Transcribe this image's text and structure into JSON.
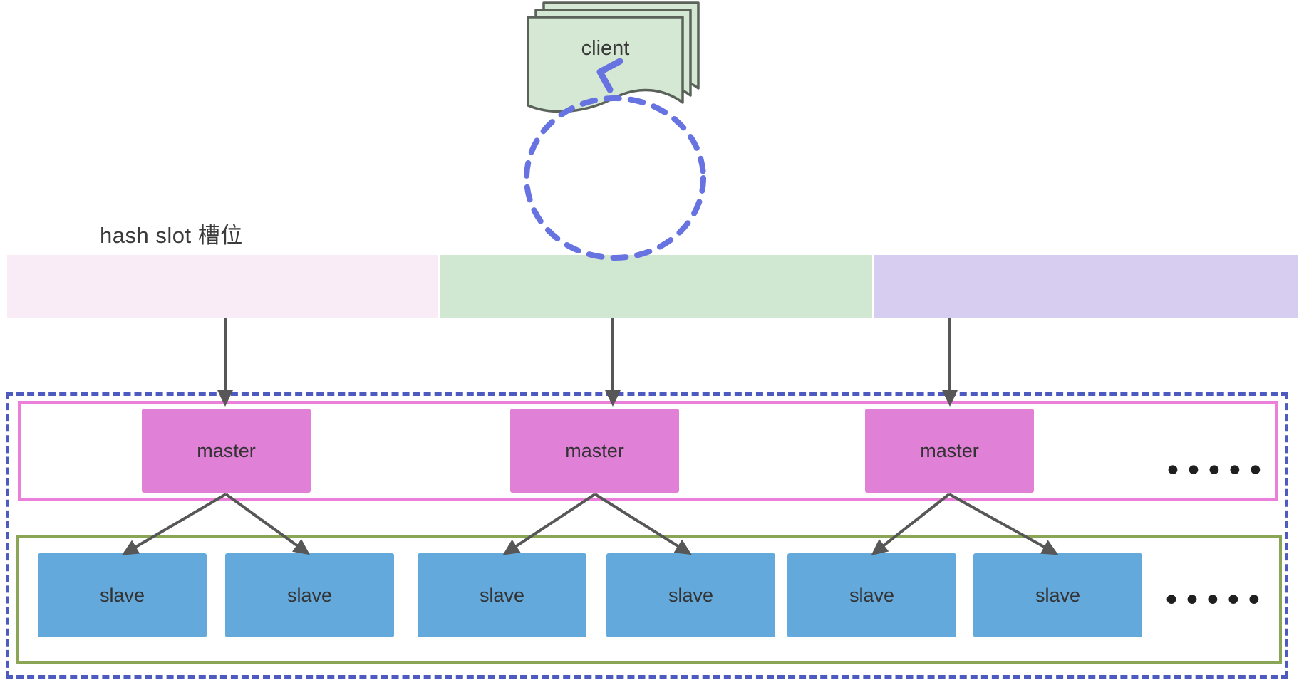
{
  "diagram": {
    "client": {
      "label": "client"
    },
    "hash_slot_label": "hash slot 槽位",
    "masters": {
      "items": [
        {
          "label": "master"
        },
        {
          "label": "master"
        },
        {
          "label": "master"
        }
      ],
      "ellipsis": "•••••"
    },
    "slaves": {
      "items": [
        {
          "label": "slave"
        },
        {
          "label": "slave"
        },
        {
          "label": "slave"
        },
        {
          "label": "slave"
        },
        {
          "label": "slave"
        },
        {
          "label": "slave"
        }
      ],
      "ellipsis": "•••••"
    }
  },
  "colors": {
    "client_fill": "#d5e8d4",
    "client_stroke": "#5a625a",
    "loop_arrow": "#6673e0",
    "outer_border": "#4d5ac0",
    "slot_pink": "#f9ecf6",
    "slot_green": "#d0e7d1",
    "slot_purple": "#d6cdf0",
    "master_fill": "#e180d7",
    "master_group_border": "#ec7fd9",
    "slave_fill": "#64a9dc",
    "slave_group_border": "#8ba556",
    "arrow": "#575757",
    "text": "#3a3a3a",
    "dots": "#1f1f1f"
  }
}
